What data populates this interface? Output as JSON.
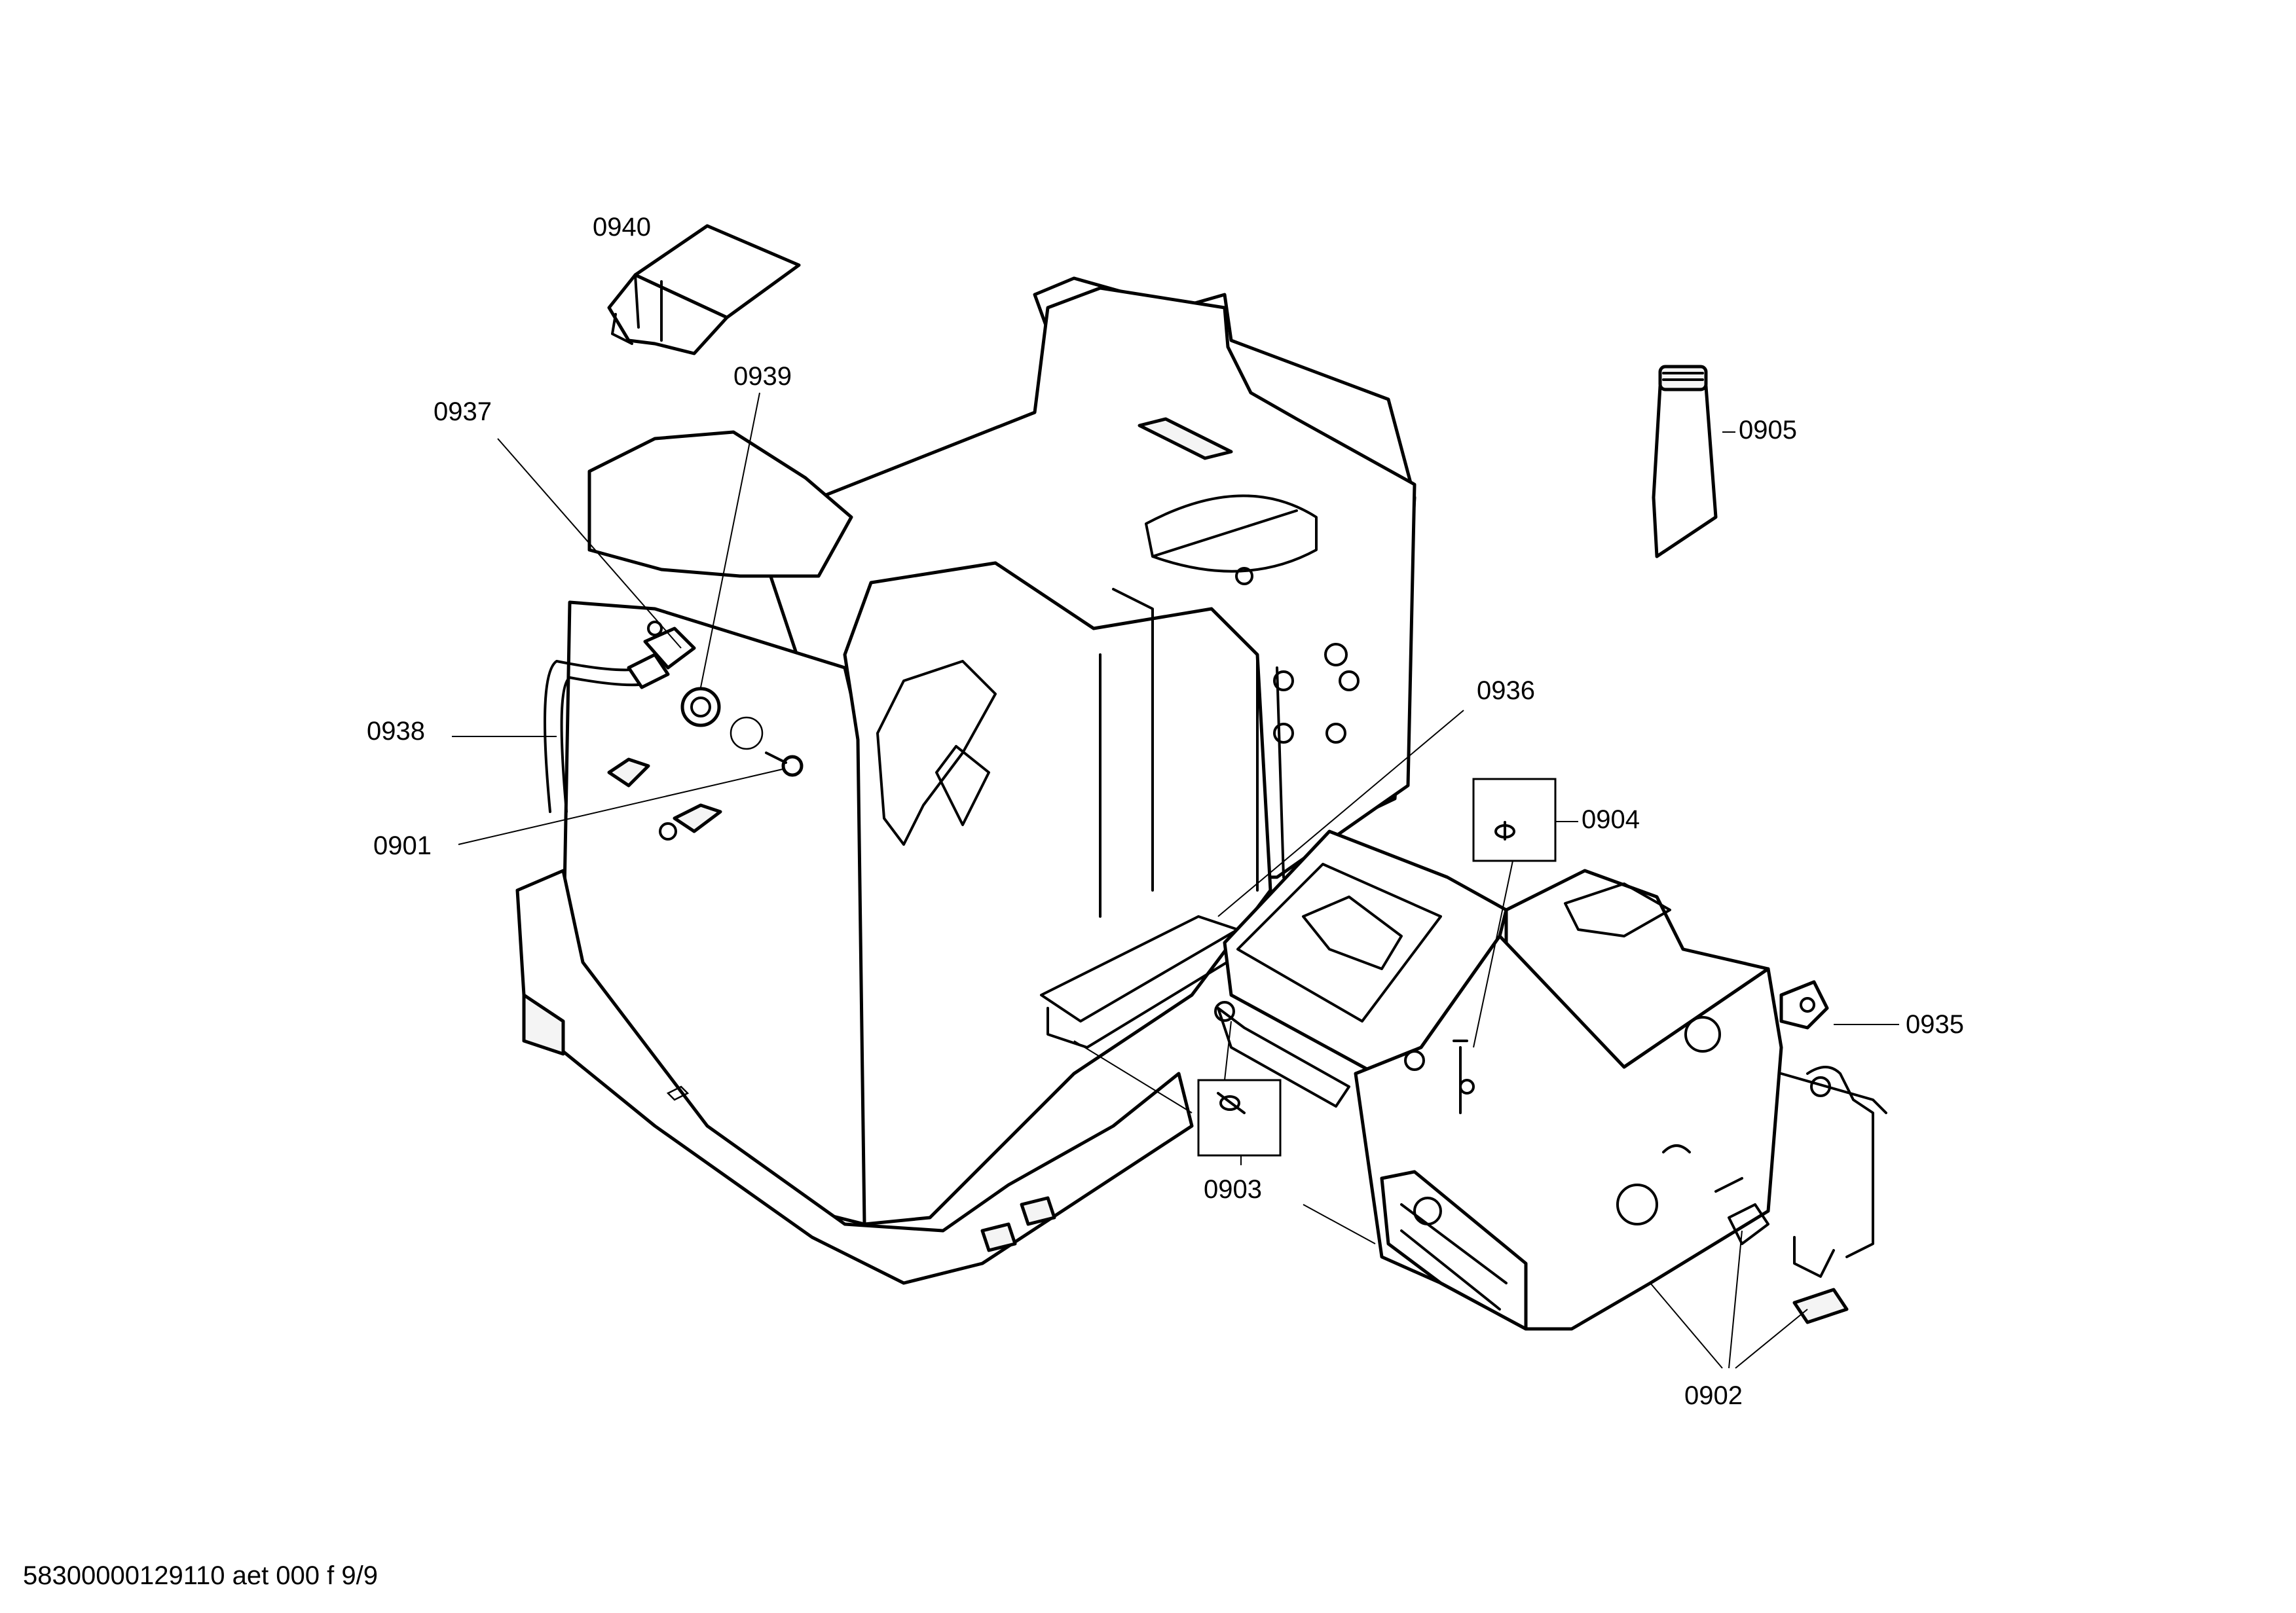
{
  "diagram": {
    "type": "exploded-parts-view",
    "part_labels": [
      "0940",
      "0939",
      "0937",
      "0938",
      "0901",
      "0936",
      "0904",
      "0905",
      "0935",
      "0903",
      "0902"
    ],
    "footer": "58300000129110 aet 000 f 9/9"
  }
}
